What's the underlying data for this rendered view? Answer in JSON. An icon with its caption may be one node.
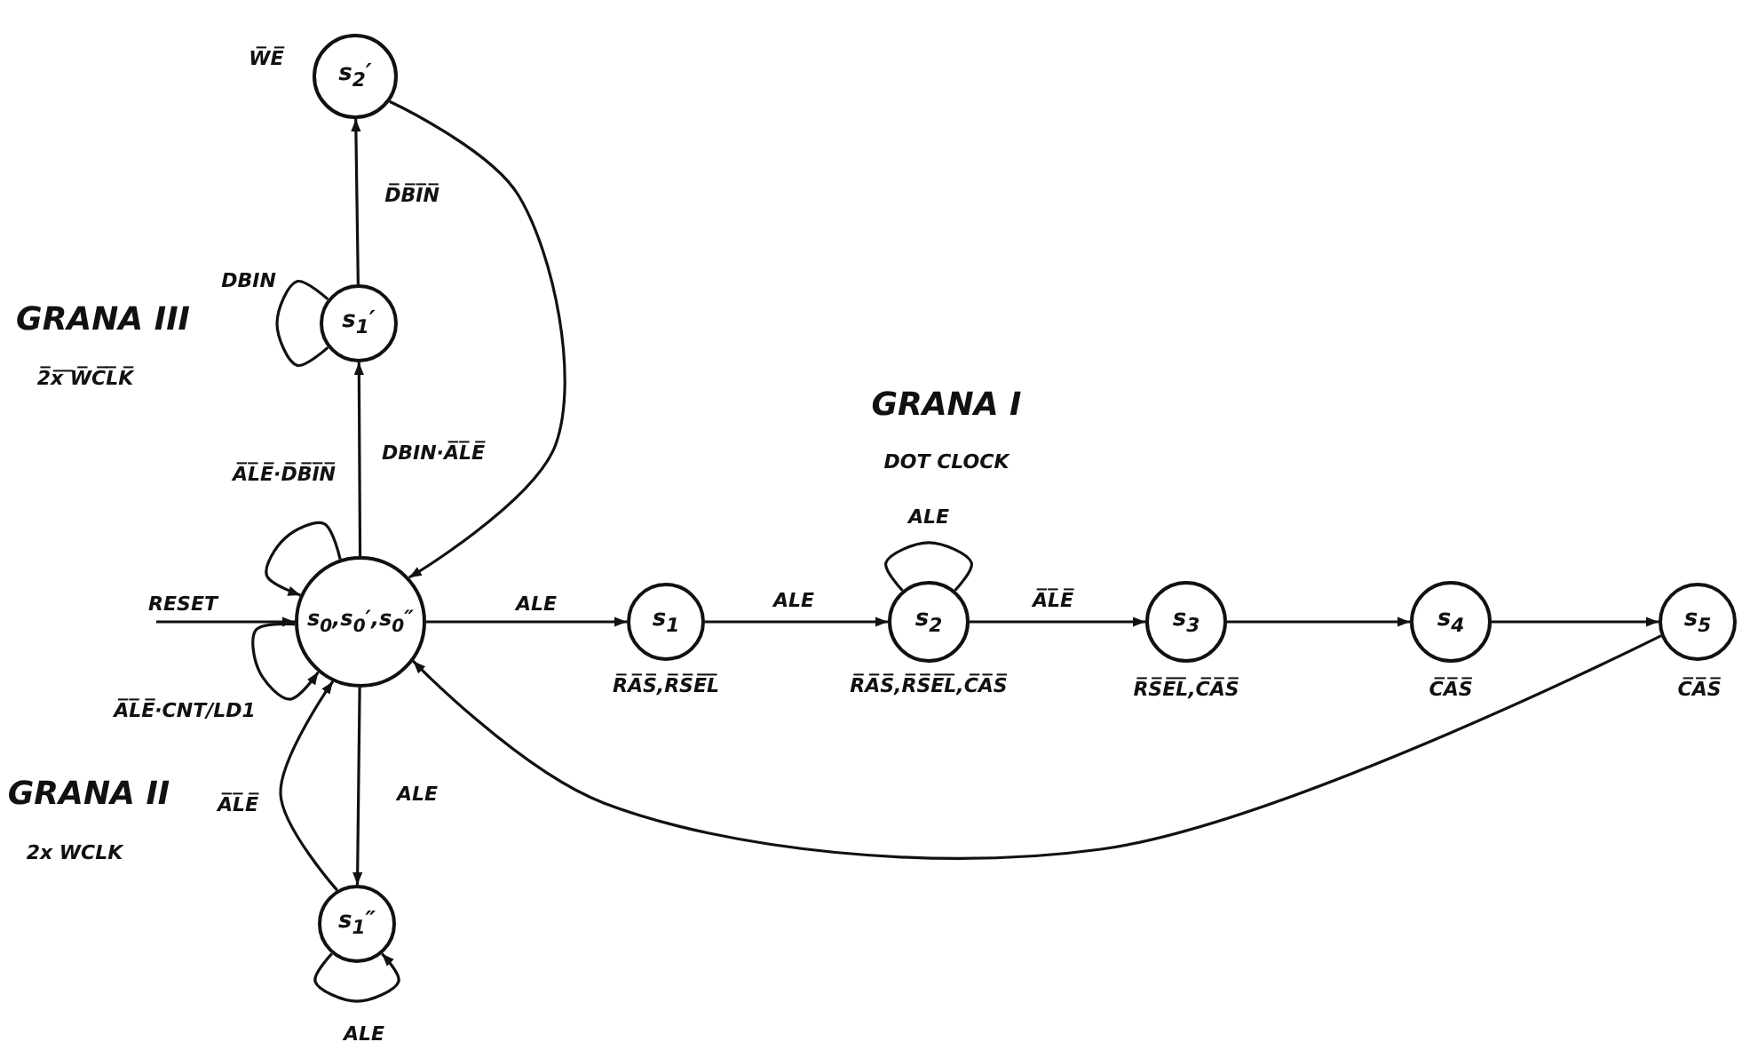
{
  "diagram": {
    "nodes": [
      {
        "text": [
          "s$_{2}$′"
        ],
        "beside": [
          "W̅E̅"
        ]
      },
      {
        "text": [
          "s$_{1}$′"
        ]
      },
      {
        "text": [
          "s$_{0}$,s$_{0}$′,s$_{0}$″"
        ]
      },
      {
        "text": [
          "s$_{1}$"
        ],
        "beside": [
          "R̅A̅S̅,R̅S̅E̅L̅"
        ]
      },
      {
        "text": [
          "s$_{2}$"
        ],
        "beside": [
          "R̅A̅S̅,R̅S̅E̅L̅,C̅A̅S̅"
        ]
      },
      {
        "text": [
          "s$_{3}$"
        ],
        "beside": [
          "R̅S̅E̅L̅,C̅A̅S̅"
        ]
      },
      {
        "text": [
          "s$_{4}$"
        ],
        "beside": [
          "C̅A̅S̅"
        ]
      },
      {
        "text": [
          "s$_{5}$"
        ],
        "beside": [
          "C̅A̅S̅"
        ]
      },
      {
        "text": [
          "s$_{1}$″"
        ]
      }
    ],
    "edges": [
      {
        "from": 1,
        "to": 0,
        "arrow": "to",
        "label": "D̅B̅I̅N̅"
      },
      {
        "from": 1,
        "to": 1,
        "arrow": "none",
        "label": "DBIN"
      },
      {
        "from": 2,
        "to": 1,
        "arrow": "to",
        "label": "DBIN·A̅L̅E̅"
      },
      {
        "from": 0,
        "to": 2,
        "arrow": "to"
      },
      {
        "from": 2,
        "to": 2,
        "arrow": "to",
        "label": "A̅L̅E̅·D̅B̅I̅N̅"
      },
      {
        "from": null,
        "to": 2,
        "arrow": "to",
        "label": "RESET"
      },
      {
        "from": 2,
        "to": 2,
        "arrow": "to",
        "label": "A̅L̅E̅·CNT/LD1"
      },
      {
        "from": 2,
        "to": 8,
        "arrow": "to",
        "label": "ALE"
      },
      {
        "from": 8,
        "to": 2,
        "arrow": "to",
        "label": "A̅L̅E̅"
      },
      {
        "from": 8,
        "to": 8,
        "arrow": "to",
        "label": "ALE"
      },
      {
        "from": 2,
        "to": 3,
        "arrow": "to",
        "label": "ALE"
      },
      {
        "from": 3,
        "to": 4,
        "arrow": "to",
        "label": "ALE"
      },
      {
        "from": 4,
        "to": 4,
        "arrow": "none",
        "label": "ALE"
      },
      {
        "from": 4,
        "to": 5,
        "arrow": "to",
        "label": "A̅L̅E̅"
      },
      {
        "from": 5,
        "to": 6,
        "arrow": "to"
      },
      {
        "from": 6,
        "to": 7,
        "arrow": "to"
      },
      {
        "from": 7,
        "to": 2,
        "arrow": "to"
      }
    ],
    "labels": [
      "GRANA III",
      "2̅x̅ ̅W̅C̅L̅K̅",
      "GRANA I",
      "DOT CLOCK",
      "GRANA II",
      "2x WCLK"
    ]
  }
}
